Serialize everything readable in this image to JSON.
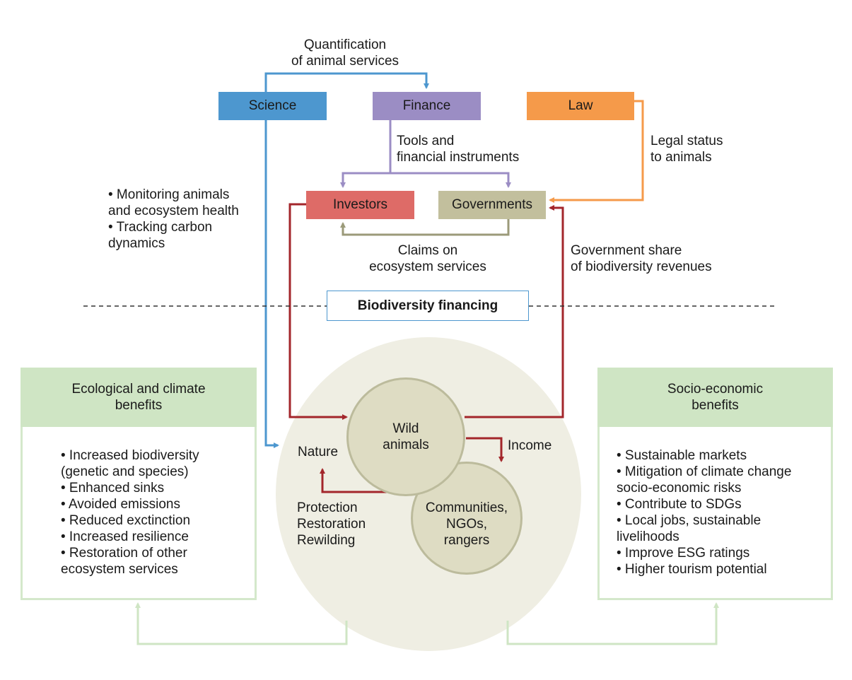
{
  "top_labels": {
    "quantification": [
      "Quantification",
      "of animal services"
    ],
    "tools": [
      "Tools and",
      "financial instruments"
    ],
    "legal": [
      "Legal status",
      "to animals"
    ],
    "monitoring": [
      "• Monitoring animals",
      "and ecosystem health",
      "• Tracking carbon",
      "dynamics"
    ],
    "claims": [
      "Claims on",
      "ecosystem services"
    ],
    "gov_share": [
      "Government share",
      "of biodiversity revenues"
    ]
  },
  "boxes": {
    "science": "Science",
    "finance": "Finance",
    "law": "Law",
    "investors": "Investors",
    "governments": "Governments"
  },
  "divider_label": "Biodiversity financing",
  "center": {
    "wild": [
      "Wild",
      "animals"
    ],
    "communities": [
      "Communities,",
      "NGOs,",
      "rangers"
    ],
    "nature": "Nature",
    "income": "Income",
    "actions": [
      "Protection",
      "Restoration",
      "Rewilding"
    ]
  },
  "left_panel": {
    "title": [
      "Ecological and climate",
      "benefits"
    ],
    "items": [
      "• Increased biodiversity",
      "(genetic and species)",
      "• Enhanced sinks",
      "• Avoided emissions",
      "• Reduced exctinction",
      "• Increased resilience",
      "• Restoration of other",
      "ecosystem services"
    ]
  },
  "right_panel": {
    "title": [
      "Socio-economic",
      "benefits"
    ],
    "items": [
      "• Sustainable markets",
      "• Mitigation of climate change",
      "socio-economic risks",
      "• Contribute to SDGs",
      "• Local jobs, sustainable",
      "livelihoods",
      "• Improve ESG ratings",
      "• Higher tourism potential"
    ]
  },
  "colors": {
    "science": "#4d97cf",
    "finance": "#9b8dc4",
    "law": "#f59a4a",
    "investors": "#de6b67",
    "governments": "#c2bf9d",
    "dark_red": "#a3262b",
    "olive": "#9b9a79",
    "benefit_green": "#cfe5c4",
    "panel_border": "#d4e8cb",
    "big_circle": "#efeee3",
    "small_circle": "#dedcc3"
  }
}
